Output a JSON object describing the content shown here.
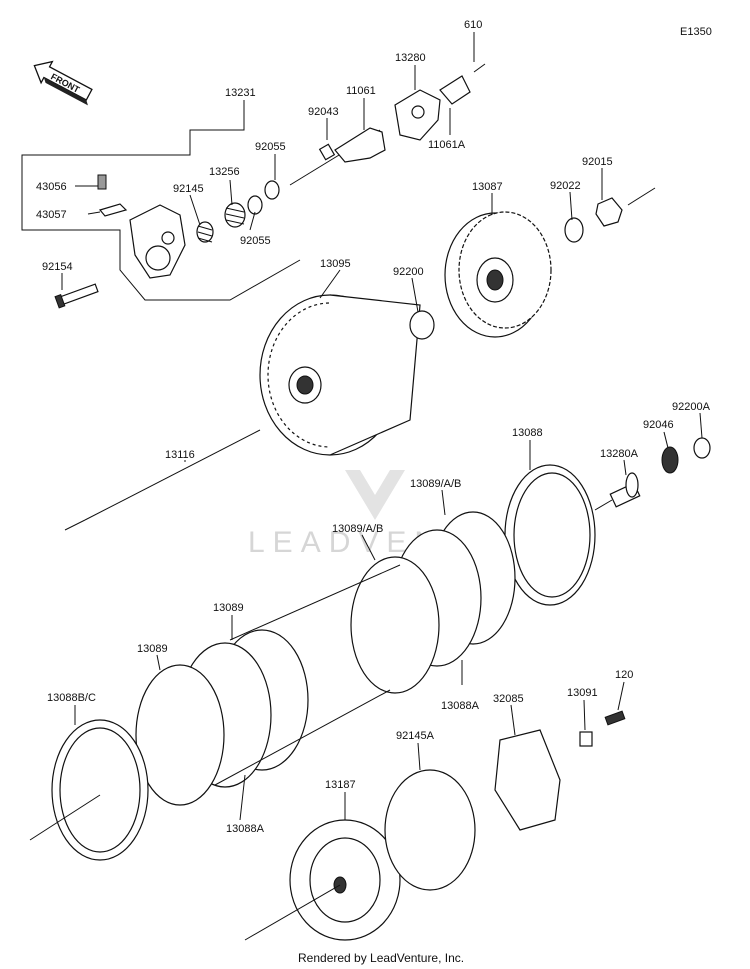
{
  "diagram": {
    "code": "E1350",
    "front_label": "FRONT",
    "watermark": "LEADVENTURE",
    "footer": "Rendered by LeadVenture, Inc.",
    "part_labels": [
      {
        "id": "610",
        "text": "610"
      },
      {
        "id": "13280",
        "text": "13280"
      },
      {
        "id": "11061",
        "text": "11061"
      },
      {
        "id": "92043",
        "text": "92043"
      },
      {
        "id": "11061A",
        "text": "11061A"
      },
      {
        "id": "13231",
        "text": "13231"
      },
      {
        "id": "92055a",
        "text": "92055"
      },
      {
        "id": "13256",
        "text": "13256"
      },
      {
        "id": "92145",
        "text": "92145"
      },
      {
        "id": "92055b",
        "text": "92055"
      },
      {
        "id": "43056",
        "text": "43056"
      },
      {
        "id": "43057",
        "text": "43057"
      },
      {
        "id": "92154",
        "text": "92154"
      },
      {
        "id": "92015",
        "text": "92015"
      },
      {
        "id": "92022",
        "text": "92022"
      },
      {
        "id": "13087",
        "text": "13087"
      },
      {
        "id": "13095",
        "text": "13095"
      },
      {
        "id": "92200",
        "text": "92200"
      },
      {
        "id": "13116",
        "text": "13116"
      },
      {
        "id": "13088",
        "text": "13088"
      },
      {
        "id": "92200A",
        "text": "92200A"
      },
      {
        "id": "92046",
        "text": "92046"
      },
      {
        "id": "13280A",
        "text": "13280A"
      },
      {
        "id": "13089AB1",
        "text": "13089/A/B"
      },
      {
        "id": "13089AB2",
        "text": "13089/A/B"
      },
      {
        "id": "13089a",
        "text": "13089"
      },
      {
        "id": "13089b",
        "text": "13089"
      },
      {
        "id": "13088BC",
        "text": "13088B/C"
      },
      {
        "id": "13088A1",
        "text": "13088A"
      },
      {
        "id": "13088A2",
        "text": "13088A"
      },
      {
        "id": "120",
        "text": "120"
      },
      {
        "id": "13091",
        "text": "13091"
      },
      {
        "id": "32085",
        "text": "32085"
      },
      {
        "id": "92145A",
        "text": "92145A"
      },
      {
        "id": "13187",
        "text": "13187"
      }
    ]
  }
}
